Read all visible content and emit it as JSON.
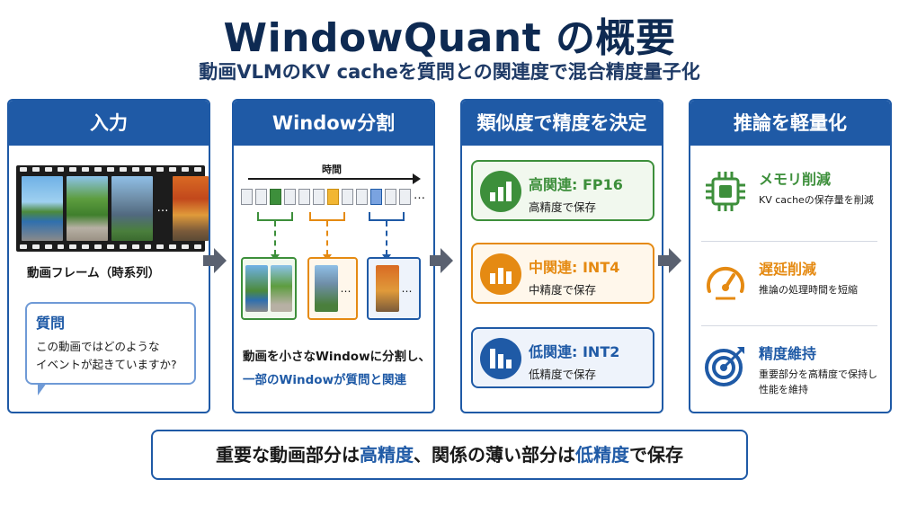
{
  "title": "WindowQuant の概要",
  "subtitle": "動画VLMのKV cacheを質問との関連度で混合精度量子化",
  "panels": {
    "input": {
      "header": "入力",
      "frames_caption": "動画フレーム（時系列）",
      "ellipsis": "…",
      "question_title": "質問",
      "question_line1": "この動画ではどのような",
      "question_line2": "イベントが起きていますか?"
    },
    "window": {
      "header": "Window分割",
      "time_label": "時間",
      "ellipsis": "…",
      "desc_line1": "動画を小さなWindowに分割し、",
      "desc_line2": "一部のWindowが質問と関連"
    },
    "precision": {
      "header": "類似度で精度を決定",
      "items": [
        {
          "label": "高関連: FP16",
          "desc": "高精度で保存",
          "color": "#3d8f3b"
        },
        {
          "label": "中関連: INT4",
          "desc": "中精度で保存",
          "color": "#e58a12"
        },
        {
          "label": "低関連: INT2",
          "desc": "低精度で保存",
          "color": "#1f5aa6"
        }
      ]
    },
    "benefit": {
      "header": "推論を軽量化",
      "items": [
        {
          "label": "メモリ削減",
          "desc1": "KV cacheの保存量を削減",
          "desc2": "",
          "icon": "chip-icon",
          "color": "#3d8f3b"
        },
        {
          "label": "遅延削減",
          "desc1": "推論の処理時間を短縮",
          "desc2": "",
          "icon": "gauge-icon",
          "color": "#e58a12"
        },
        {
          "label": "精度維持",
          "desc1": "重要部分を高精度で保持し",
          "desc2": "性能を維持",
          "icon": "target-icon",
          "color": "#1f5aa6"
        }
      ]
    }
  },
  "bottom": {
    "part1": "重要な動画部分は",
    "hl1": "高精度",
    "part2": "、関係の薄い部分は",
    "hl2": "低精度",
    "part3": "で保存"
  },
  "colors": {
    "primary": "#1f5aa6",
    "high": "#3d8f3b",
    "mid": "#e58a12",
    "low": "#1f5aa6"
  }
}
